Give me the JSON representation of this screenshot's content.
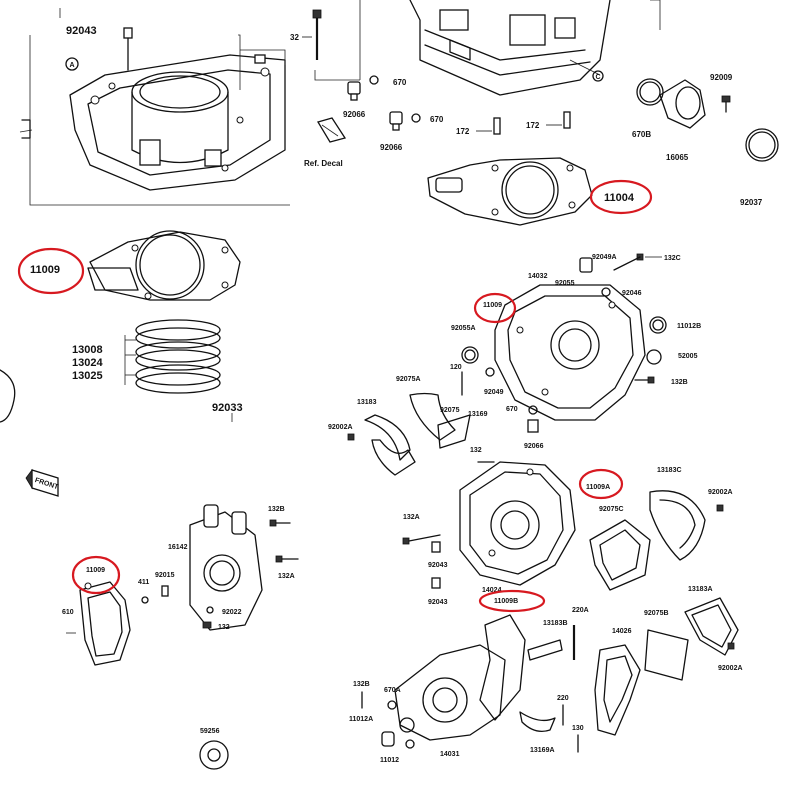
{
  "highlight_color": "#d71920",
  "labels": {
    "p92043_top": "92043",
    "p32": "32",
    "p670_a": "670",
    "p670_b": "670",
    "p92066_a": "92066",
    "p92066_b": "92066",
    "p172_a": "172",
    "p172_b": "172",
    "ref_decal": "Ref. Decal",
    "p92009_top": "92009",
    "p670B": "670B",
    "p16065": "16065",
    "p92037": "92037",
    "p11004": "11004",
    "p11009_big": "11009",
    "p13008": "13008",
    "p13024": "13024",
    "p13025": "13025",
    "p92033": "92033",
    "front": "FRONT",
    "p14032": "14032",
    "p92049A": "92049A",
    "p132C": "132C",
    "p92055": "92055",
    "p92046": "92046",
    "p11009_cover": "11009",
    "p11012B": "11012B",
    "p92055A": "92055A",
    "p52005": "52005",
    "p92075A": "92075A",
    "p120": "120",
    "p92049": "92049",
    "p132B_r": "132B",
    "p13183": "13183",
    "p92075": "92075",
    "p13169": "13169",
    "p670_c": "670",
    "p92002A_l": "92002A",
    "p92066_c": "92066",
    "p132_mid": "132",
    "p13183C": "13183C",
    "p11009A": "11009A",
    "p92002A_r": "92002A",
    "p92075C": "92075C",
    "p132A_mid": "132A",
    "p92043_mid": "92043",
    "p14024": "14024",
    "p92043_low": "92043",
    "p11009B": "11009B",
    "p13183A": "13183A",
    "p220A": "220A",
    "p13183B": "13183B",
    "p14026": "14026",
    "p92075B": "92075B",
    "p92002A_low": "92002A",
    "p132B_low": "132B",
    "p670A": "670A",
    "p11012A": "11012A",
    "p220": "220",
    "p130": "130",
    "p14031": "14031",
    "p11012": "11012",
    "p13169A": "13169A",
    "p132B_pump": "132B",
    "p16142": "16142",
    "p132A_pump": "132A",
    "p11009_pump": "11009",
    "p411": "411",
    "p92015": "92015",
    "p92022": "92022",
    "p132_pump": "132",
    "p610": "610",
    "p59256": "59256",
    "pA": "A",
    "pC": "C"
  }
}
